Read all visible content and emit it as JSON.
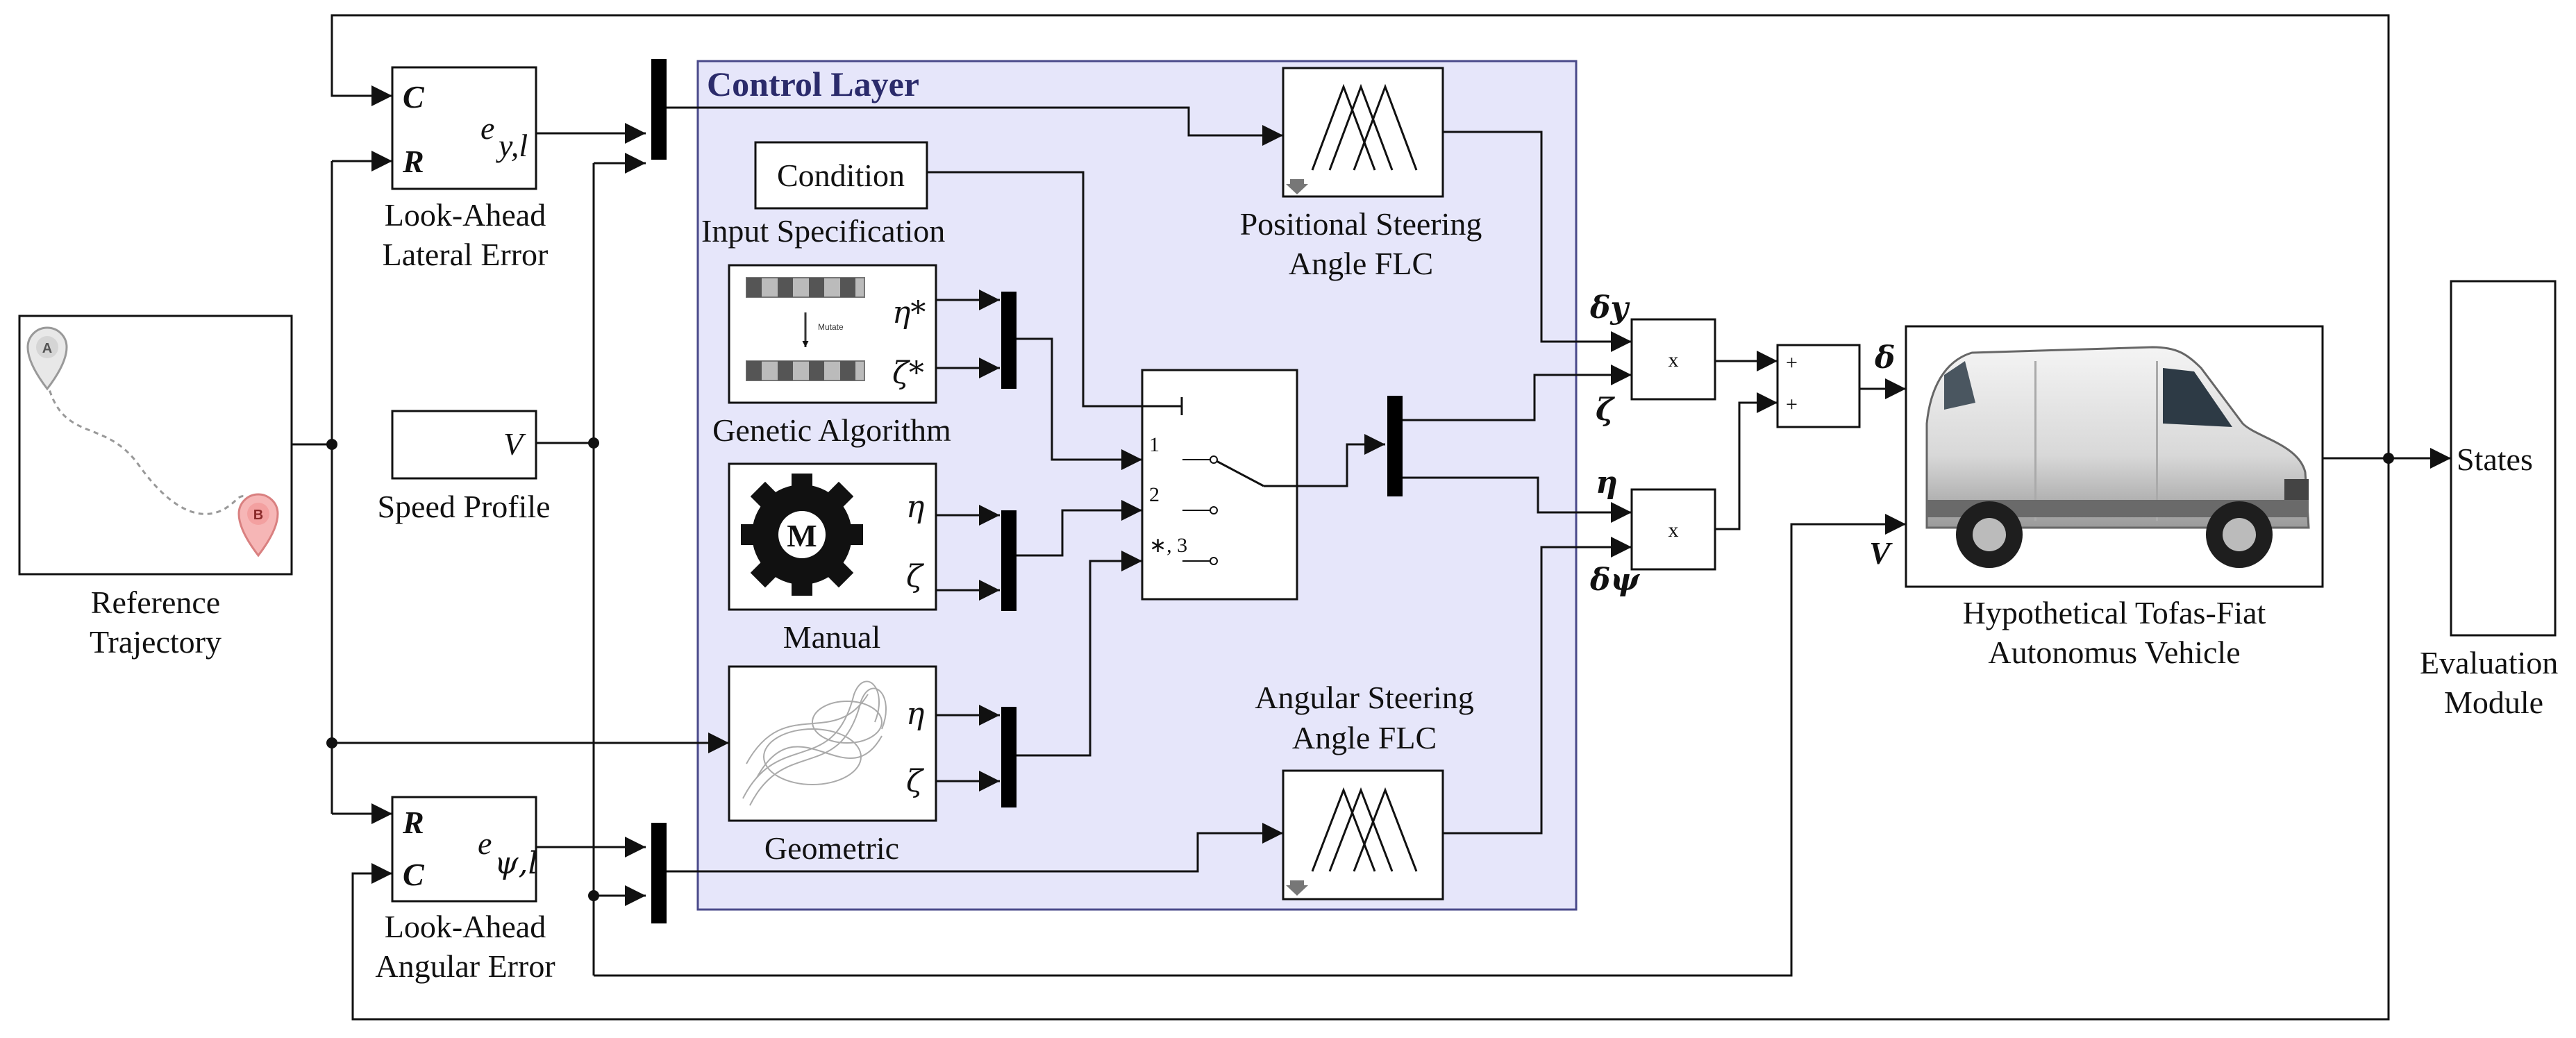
{
  "control_layer": {
    "title": "Control Layer"
  },
  "reference": {
    "label1": "Reference",
    "label2": "Trajectory",
    "marker_a": "A",
    "marker_b": "B"
  },
  "lateral_error": {
    "port_c": "C",
    "port_r": "R",
    "out_main": "e",
    "out_sub": "y,l",
    "label1": "Look-Ahead",
    "label2": "Lateral Error"
  },
  "angular_error": {
    "port_r": "R",
    "port_c": "C",
    "out_main": "e",
    "out_sub": "ψ,l",
    "label1": "Look-Ahead",
    "label2": "Angular Error"
  },
  "speed": {
    "symbol": "V",
    "label": "Speed Profile"
  },
  "condition": {
    "label": "Condition",
    "caption": "Input Specification"
  },
  "ga": {
    "eta": "η*",
    "zeta": "ζ*",
    "label": "Genetic Algorithm",
    "mutate": "Mutate"
  },
  "manual": {
    "eta": "η",
    "zeta": "ζ",
    "label": "Manual",
    "gear_letter": "M"
  },
  "geometric": {
    "eta": "η",
    "zeta": "ζ",
    "label": "Geometric"
  },
  "switch": {
    "port1": "1",
    "port2": "2",
    "port3": "∗, 3"
  },
  "pos_flc": {
    "label1": "Positional Steering",
    "label2": "Angle FLC"
  },
  "ang_flc": {
    "label1": "Angular Steering",
    "label2": "Angle FLC"
  },
  "signals": {
    "delta_y": "δy",
    "zeta": "ζ",
    "eta": "η",
    "delta_psi": "δψ",
    "delta": "δ",
    "v": "V"
  },
  "products": {
    "symbol": "x"
  },
  "sum": {
    "plus": "+"
  },
  "vehicle": {
    "label1": "Hypothetical Tofas-Fiat",
    "label2": "Autonomus Vehicle"
  },
  "evaluation": {
    "port": "States",
    "label1": "Evaluation",
    "label2": "Module"
  },
  "colors": {
    "control_layer_fill": "#e6e6fa",
    "control_layer_border": "#4a4a8a",
    "wire": "#111111"
  }
}
